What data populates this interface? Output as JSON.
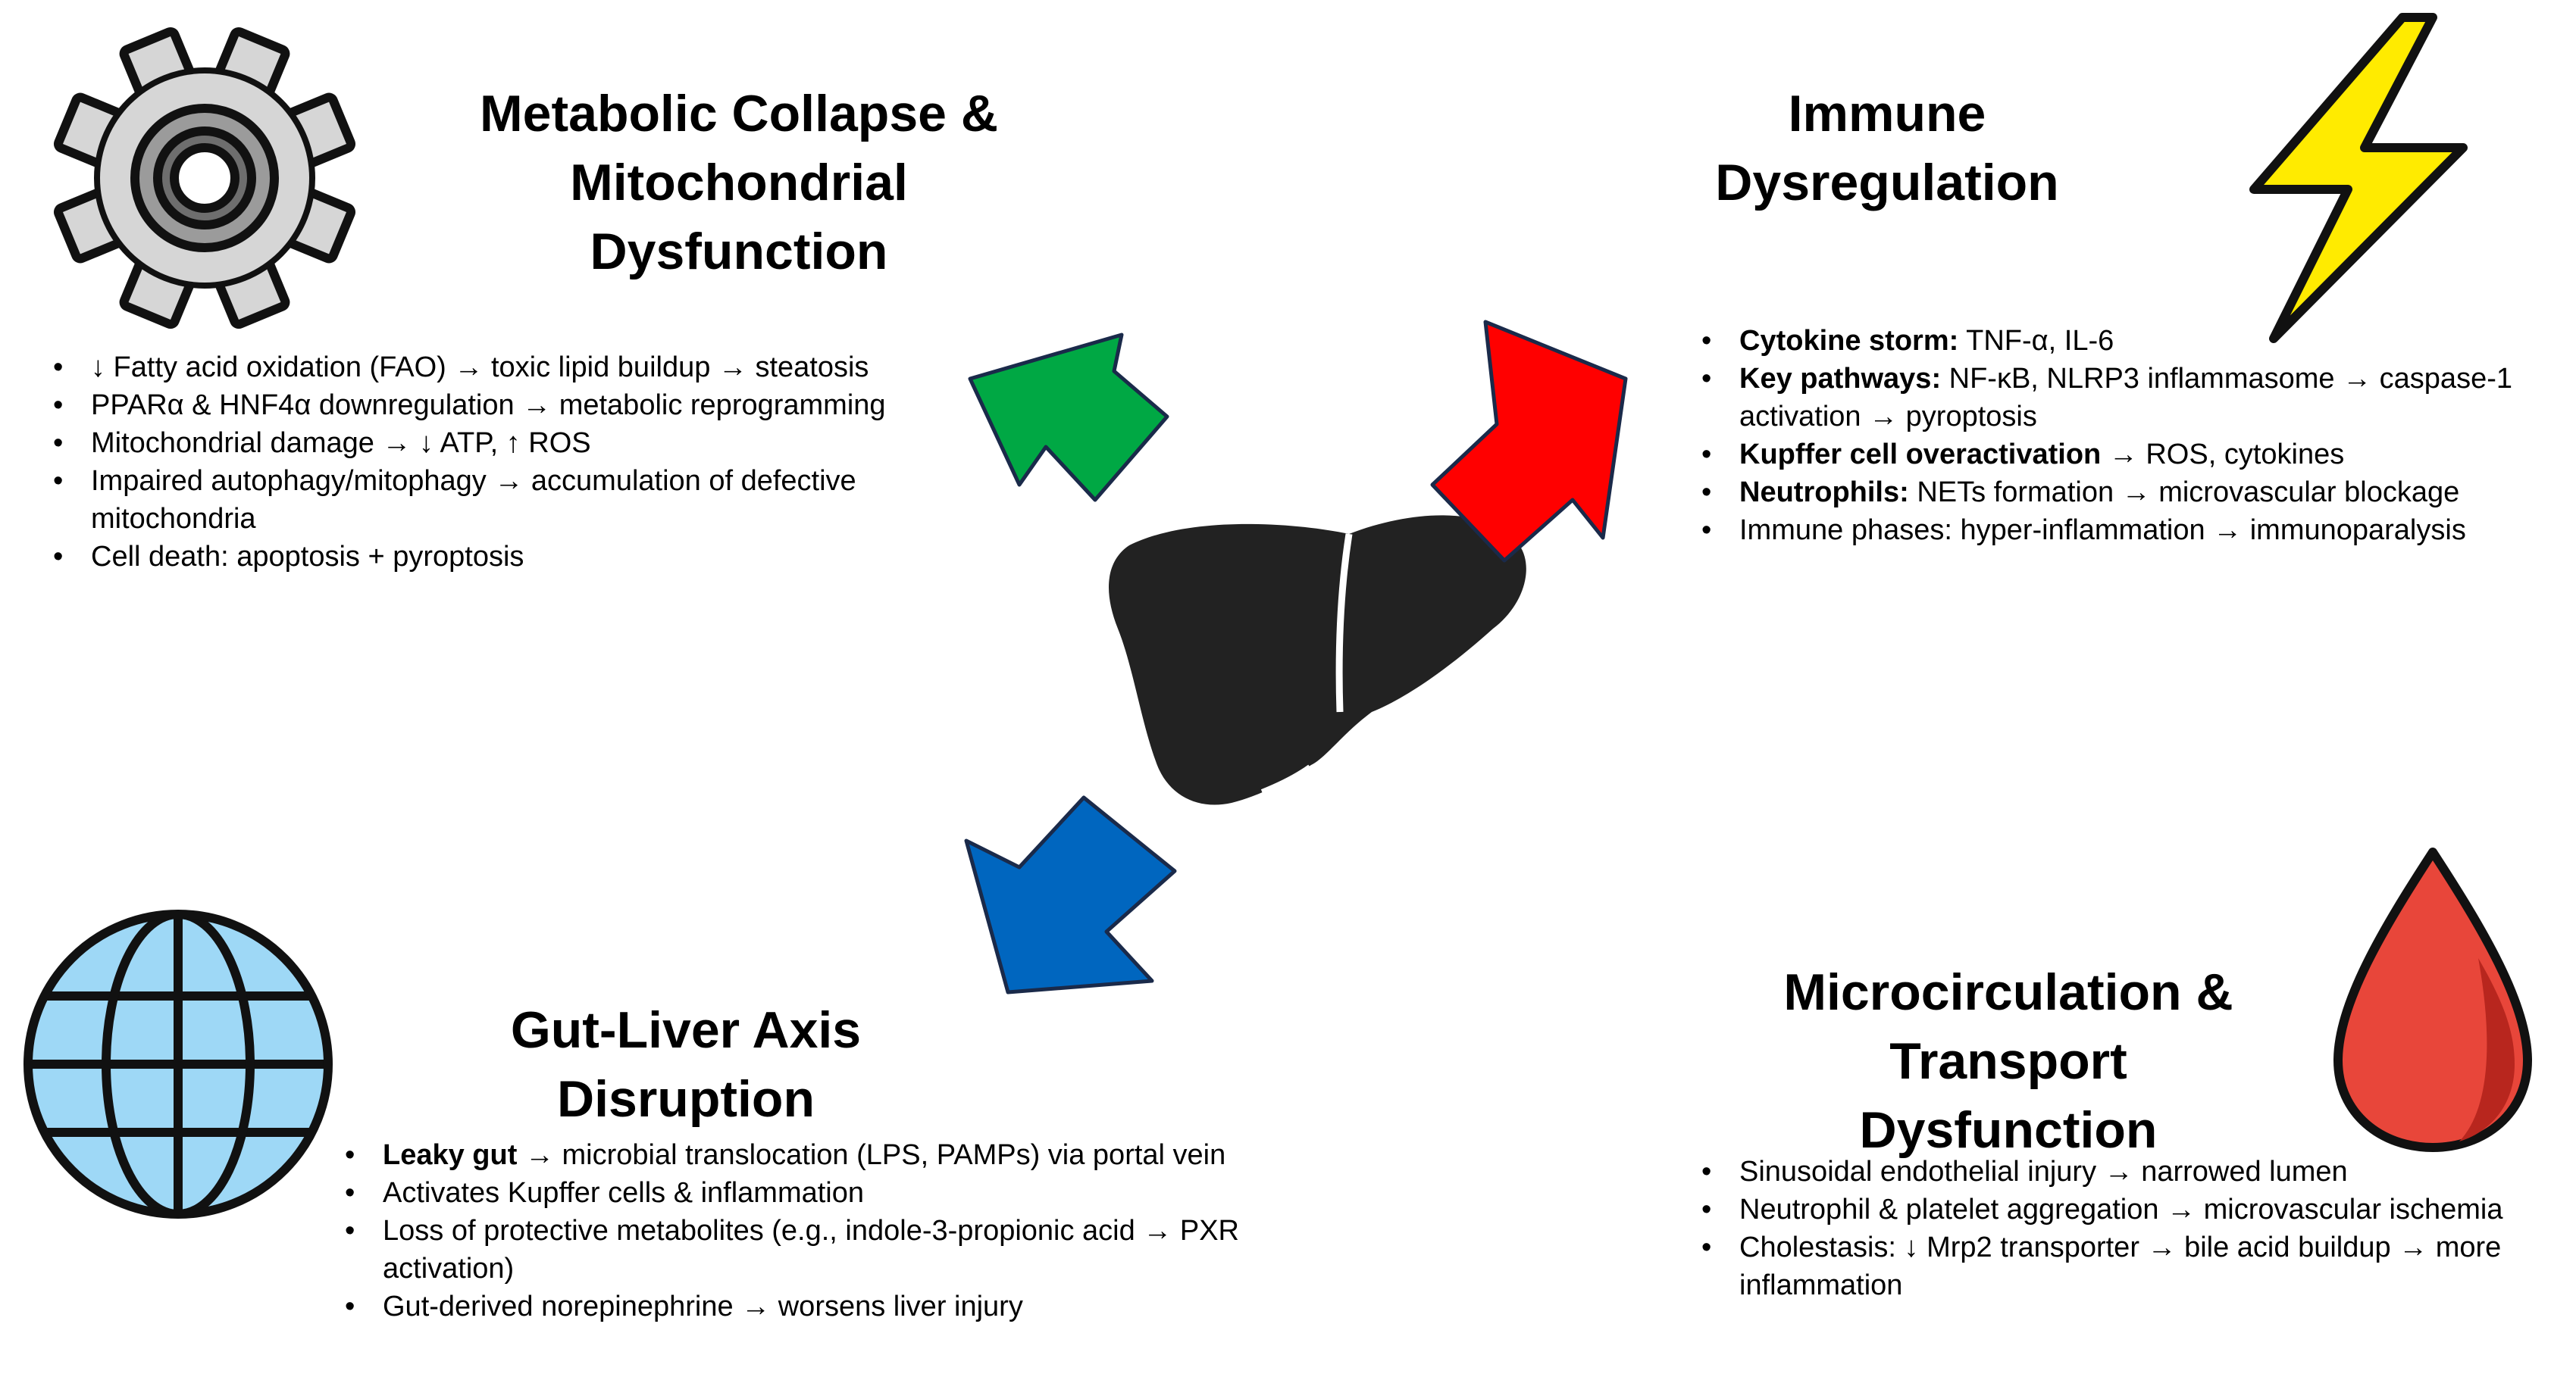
{
  "sections": {
    "metabolic": {
      "title_lines": [
        "Metabolic Collapse &",
        "Mitochondrial",
        "Dysfunction"
      ],
      "bullets": [
        {
          "bold": "",
          "text": "↓ Fatty acid oxidation (FAO) → toxic lipid buildup → steatosis"
        },
        {
          "bold": "",
          "text": "PPARα & HNF4α downregulation → metabolic reprogramming"
        },
        {
          "bold": "",
          "text": "Mitochondrial damage → ↓ ATP, ↑ ROS"
        },
        {
          "bold": "",
          "text": "Impaired autophagy/mitophagy → accumulation of defective mitochondria"
        },
        {
          "bold": "",
          "text": "Cell death: apoptosis + pyroptosis"
        }
      ]
    },
    "immune": {
      "title_lines": [
        "Immune",
        "Dysregulation"
      ],
      "bullets": [
        {
          "bold": "Cytokine storm:",
          "text": " TNF-α, IL-6"
        },
        {
          "bold": "Key pathways:",
          "text": " NF-κB, NLRP3 inflammasome → caspase-1 activation → pyroptosis"
        },
        {
          "bold": "Kupffer cell overactivation",
          "text": " → ROS, cytokines"
        },
        {
          "bold": "Neutrophils:",
          "text": " NETs formation → microvascular blockage"
        },
        {
          "bold": "",
          "text": "Immune phases: hyper-inflammation → immunoparalysis"
        }
      ]
    },
    "gut": {
      "title_lines": [
        "Gut-Liver Axis",
        "Disruption"
      ],
      "bullets": [
        {
          "bold": "Leaky gut",
          "text": " → microbial translocation (LPS, PAMPs) via portal vein"
        },
        {
          "bold": "",
          "text": "Activates Kupffer cells & inflammation"
        },
        {
          "bold": "",
          "text": "Loss of protective metabolites (e.g., indole-3-propionic acid → PXR activation)"
        },
        {
          "bold": "",
          "text": "Gut-derived norepinephrine → worsens liver injury"
        }
      ]
    },
    "micro": {
      "title_lines": [
        "Microcirculation &",
        "Transport",
        "Dysfunction"
      ],
      "bullets": [
        {
          "bold": "",
          "text": "Sinusoidal endothelial injury → narrowed lumen"
        },
        {
          "bold": "",
          "text": "Neutrophil & platelet aggregation → microvascular ischemia"
        },
        {
          "bold": "",
          "text": "Cholestasis: ↓ Mrp2 transporter → bile acid buildup → more inflammation"
        }
      ]
    }
  },
  "icons": {
    "gear": "gear-icon",
    "lightning": "lightning-icon",
    "globe": "globe-icon",
    "drop": "blood-drop-icon",
    "liver": "liver-icon"
  },
  "colors": {
    "arrow_metabolic": "#00A844",
    "arrow_immune": "#FF0000",
    "arrow_gut": "#0066BF",
    "gear": "#D6D6D6",
    "lightning": "#FFEB00",
    "globe": "#9ED8F6",
    "drop": "#E8463A",
    "liver": "#222222"
  }
}
